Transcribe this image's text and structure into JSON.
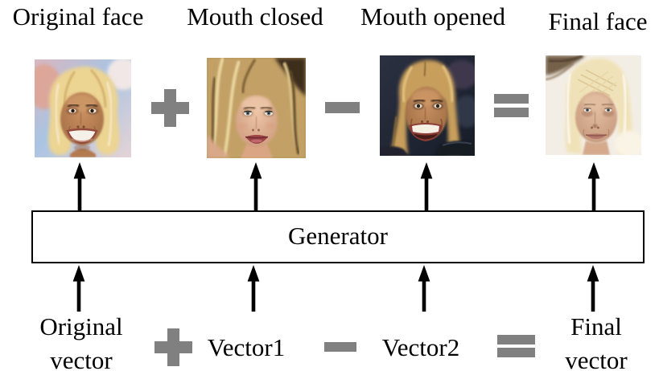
{
  "faces": [
    {
      "label": "Original face",
      "image_alt": "GAN-generated tanned blonde woman with big open-mouth smile, light blue and pink background"
    },
    {
      "label": "Mouth closed",
      "image_alt": "GAN-generated woman with messy dirty-blonde hair, dark red lips, mouth closed"
    },
    {
      "label": "Mouth opened",
      "image_alt": "GAN-generated blonde woman with wide open-mouth smile on dark background"
    },
    {
      "label": "Final face",
      "image_alt": "GAN-generated pale platinum blonde woman with mouth closed, washed-out light background"
    }
  ],
  "face_operators": [
    {
      "name": "plus",
      "symbol": "+"
    },
    {
      "name": "minus",
      "symbol": "−"
    },
    {
      "name": "equals",
      "symbol": "="
    }
  ],
  "generator": {
    "label": "Generator"
  },
  "vectors": [
    {
      "label": "Original vector",
      "lines": [
        "Original",
        "vector"
      ]
    },
    {
      "label": "Vector1",
      "lines": [
        "Vector1"
      ]
    },
    {
      "label": "Vector2",
      "lines": [
        "Vector2"
      ]
    },
    {
      "label": "Final vector",
      "lines": [
        "Final",
        "vector"
      ]
    }
  ],
  "vector_operators": [
    {
      "name": "plus",
      "symbol": "+"
    },
    {
      "name": "minus",
      "symbol": "−"
    },
    {
      "name": "equals",
      "symbol": "="
    }
  ],
  "colors": {
    "operator_gray": "#808080",
    "arrow_black": "#000000",
    "box_border": "#000000",
    "background": "#ffffff"
  }
}
